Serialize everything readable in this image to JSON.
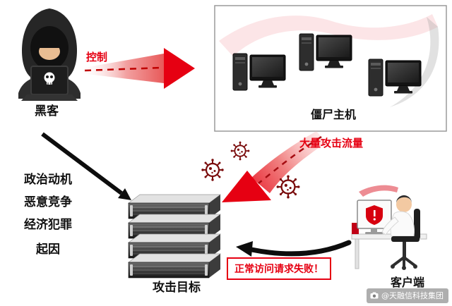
{
  "diagram": {
    "title_none": "",
    "labels": {
      "hacker": "黑客",
      "control": "控制",
      "zombie_hosts": "僵尸主机",
      "attack_traffic": "大量攻击流量",
      "motive_1": "政治动机",
      "motive_2": "恶意竞争",
      "motive_3": "经济犯罪",
      "cause": "起因",
      "attack_target": "攻击目标",
      "request_failed": "正常访问请求失败！",
      "client": "客户端"
    },
    "watermark": {
      "text": "@天融信科技集团"
    },
    "icons": [
      "hacker-hood-icon",
      "skull-laptop-icon",
      "zombie-computer-icon",
      "virus-icon",
      "server-rack-icon",
      "client-desk-icon",
      "camera-icon"
    ],
    "colors": {
      "accent_red": "#e60012",
      "dark_red": "#8b0c0c",
      "arrow_black": "#0d0d0d",
      "box_border_gray": "#9a9a9a",
      "server_dark": "#1c1c1c",
      "watermark_bg": "#7d7d7d"
    }
  }
}
